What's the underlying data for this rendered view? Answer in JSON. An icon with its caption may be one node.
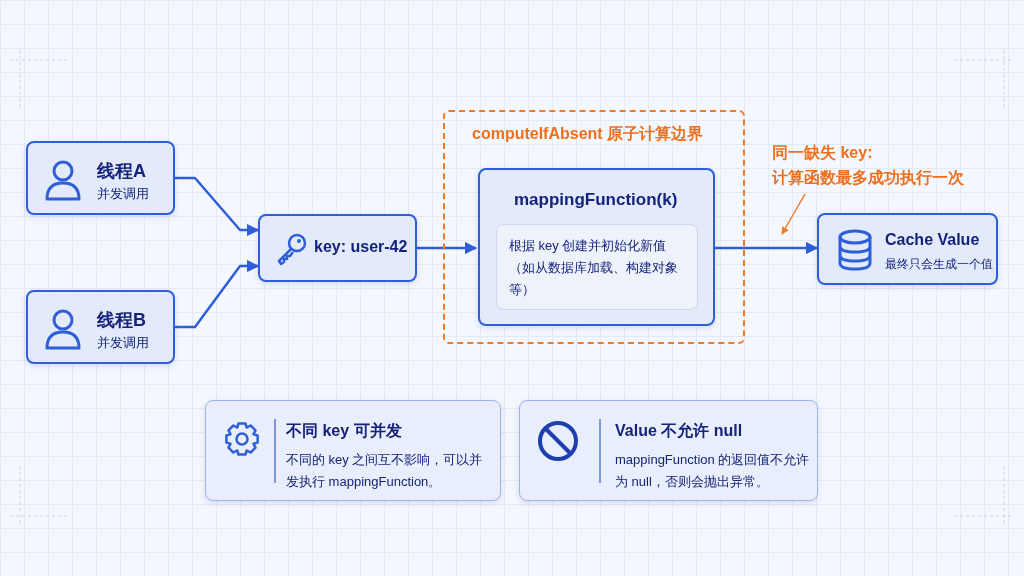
{
  "diagram": {
    "nodes": [
      {
        "text": [
          "线程A",
          "并发调用"
        ]
      },
      {
        "text": [
          "线程B",
          "并发调用"
        ]
      },
      {
        "text": [
          "key: user-42"
        ]
      },
      {
        "text": [
          "computeIfAbsent 原子计算边界"
        ]
      },
      {
        "text": [
          "mappingFunction(k)"
        ],
        "in": 3
      },
      {
        "text": [
          "根据 key 创建并初始化新值（如从数据库加载、构建对象等）"
        ],
        "in": 4
      },
      {
        "text": [
          "Cache Value",
          "最终只会生成一个值"
        ]
      },
      {
        "text": [
          "同一缺失 key: 计算函数最多成功执行一次"
        ]
      },
      {
        "text": [
          "不同 key 可并发",
          "不同的 key 之间互不影响，可以并发执行 mappingFunction。"
        ]
      },
      {
        "text": [
          "Value 不允许 null",
          "mappingFunction 的返回值不允许为 null，否则会抛出异常。"
        ]
      }
    ],
    "edges": [
      {
        "from": 0,
        "to": 2,
        "arrow": "to"
      },
      {
        "from": 1,
        "to": 2,
        "arrow": "to"
      },
      {
        "from": 2,
        "to": 4,
        "arrow": "to"
      },
      {
        "from": 4,
        "to": 6,
        "arrow": "to"
      },
      {
        "from": 7,
        "to": null,
        "arrow": "to",
        "color": "#f07a22"
      }
    ]
  }
}
